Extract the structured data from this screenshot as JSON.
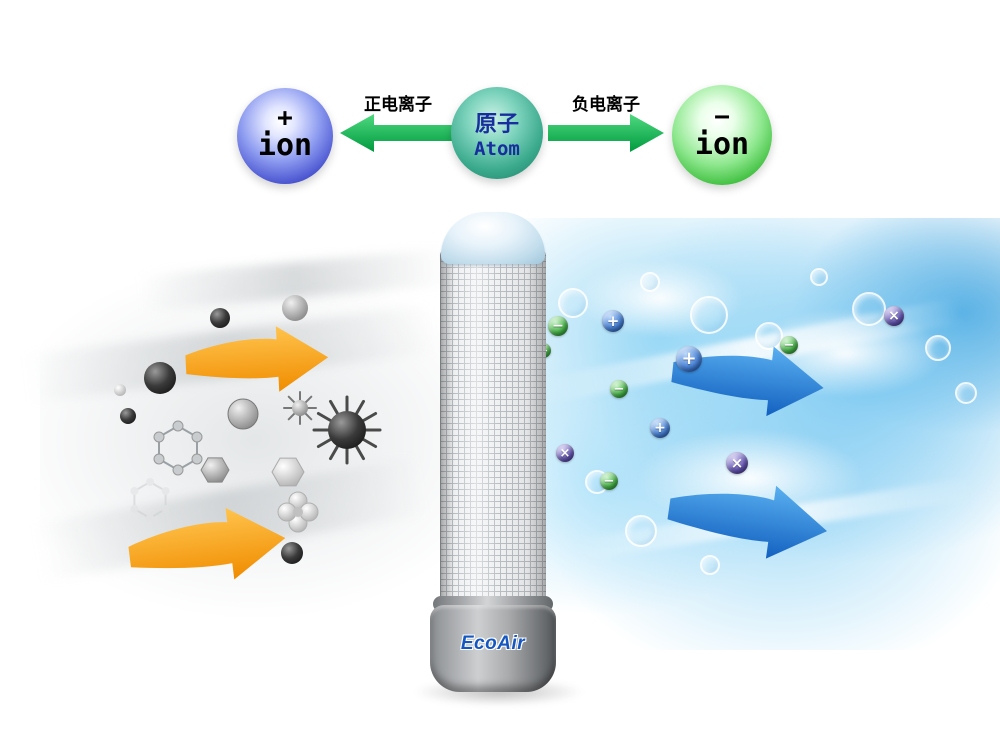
{
  "illustration": {
    "name": "Air ionizer purification illustration"
  },
  "diagram": {
    "positive_arrow_label": "正电离子",
    "negative_arrow_label": "负电离子",
    "atom": {
      "name_cn": "原子",
      "name_en": "Atom"
    },
    "positive_ion": {
      "sign": "+",
      "label": "ion"
    },
    "negative_ion": {
      "sign": "−",
      "label": "ion"
    }
  },
  "device": {
    "brand": "EcoAir"
  },
  "right_ions": [
    {
      "symbol": "−",
      "color": "green"
    },
    {
      "symbol": "+",
      "color": "blue"
    },
    {
      "symbol": "−",
      "color": "green"
    },
    {
      "symbol": "−",
      "color": "green"
    },
    {
      "symbol": "+",
      "color": "blue"
    },
    {
      "symbol": "+",
      "color": "blue"
    },
    {
      "symbol": "−",
      "color": "green"
    },
    {
      "symbol": "×",
      "color": "purple"
    },
    {
      "symbol": "×",
      "color": "purple"
    },
    {
      "symbol": "−",
      "color": "green"
    },
    {
      "symbol": "×",
      "color": "purple"
    }
  ],
  "colors": {
    "positive_sphere": "#4a55d0",
    "atom_sphere": "#2f9e85",
    "negative_sphere": "#3fbf3f",
    "green_arrow": "#00a04a",
    "orange_arrow": "#f9a200",
    "blue_arrow": "#1e6fd0",
    "sky": "#7fc9ee"
  }
}
